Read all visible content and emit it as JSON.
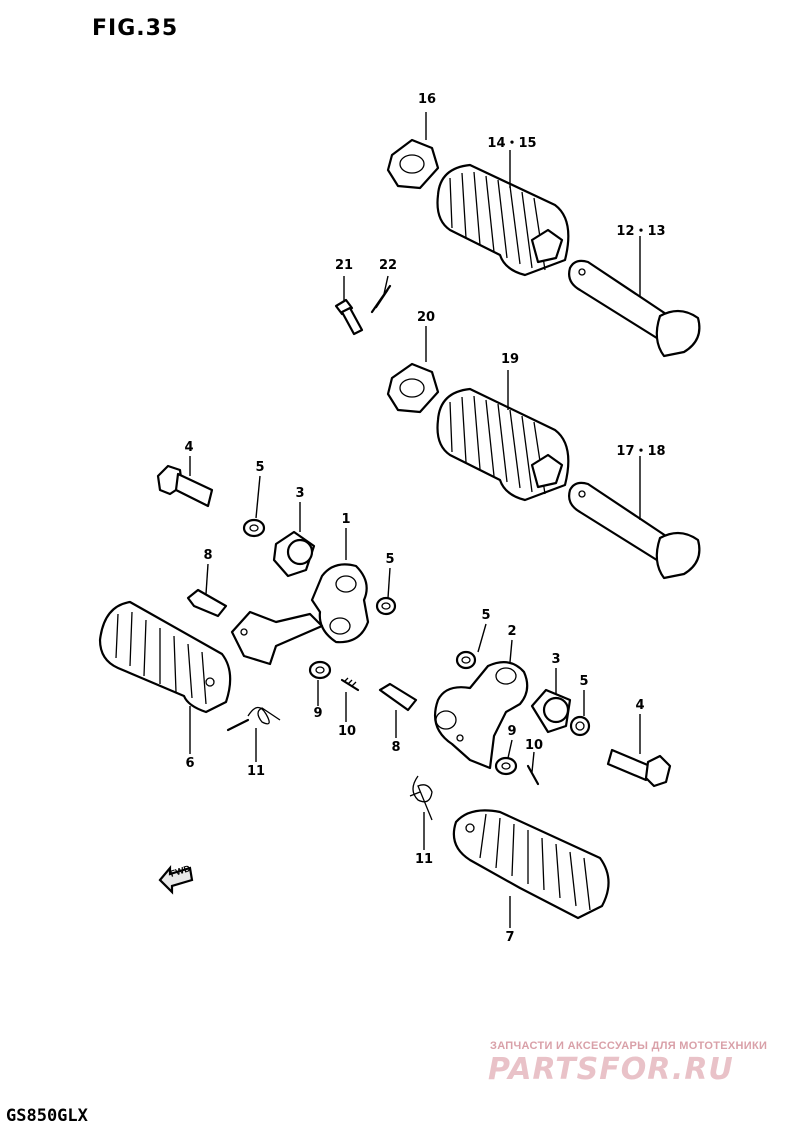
{
  "figure": {
    "title": "FIG.35",
    "model": "GS850GLX"
  },
  "callouts": [
    {
      "id": "c16",
      "label": "16"
    },
    {
      "id": "c14-15",
      "label": "14・15"
    },
    {
      "id": "c12-13",
      "label": "12・13"
    },
    {
      "id": "c21",
      "label": "21"
    },
    {
      "id": "c22",
      "label": "22"
    },
    {
      "id": "c20",
      "label": "20"
    },
    {
      "id": "c19",
      "label": "19"
    },
    {
      "id": "c17-18",
      "label": "17・18"
    },
    {
      "id": "c4a",
      "label": "4"
    },
    {
      "id": "c5a",
      "label": "5"
    },
    {
      "id": "c3a",
      "label": "3"
    },
    {
      "id": "c1",
      "label": "1"
    },
    {
      "id": "c8a",
      "label": "8"
    },
    {
      "id": "c5b",
      "label": "5"
    },
    {
      "id": "c6",
      "label": "6"
    },
    {
      "id": "c11a",
      "label": "11"
    },
    {
      "id": "c9a",
      "label": "9"
    },
    {
      "id": "c10a",
      "label": "10"
    },
    {
      "id": "c5c",
      "label": "5"
    },
    {
      "id": "c2",
      "label": "2"
    },
    {
      "id": "c3b",
      "label": "3"
    },
    {
      "id": "c5d",
      "label": "5"
    },
    {
      "id": "c8b",
      "label": "8"
    },
    {
      "id": "c9b",
      "label": "9"
    },
    {
      "id": "c10b",
      "label": "10"
    },
    {
      "id": "c4b",
      "label": "4"
    },
    {
      "id": "c11b",
      "label": "11"
    },
    {
      "id": "c7",
      "label": "7"
    }
  ],
  "forward_marker": "FWD",
  "watermark": {
    "tagline": "ЗАПЧАСТИ И АКСЕССУАРЫ ДЛЯ МОТОТЕХНИКИ",
    "logo": "PARTSFOR.RU"
  }
}
